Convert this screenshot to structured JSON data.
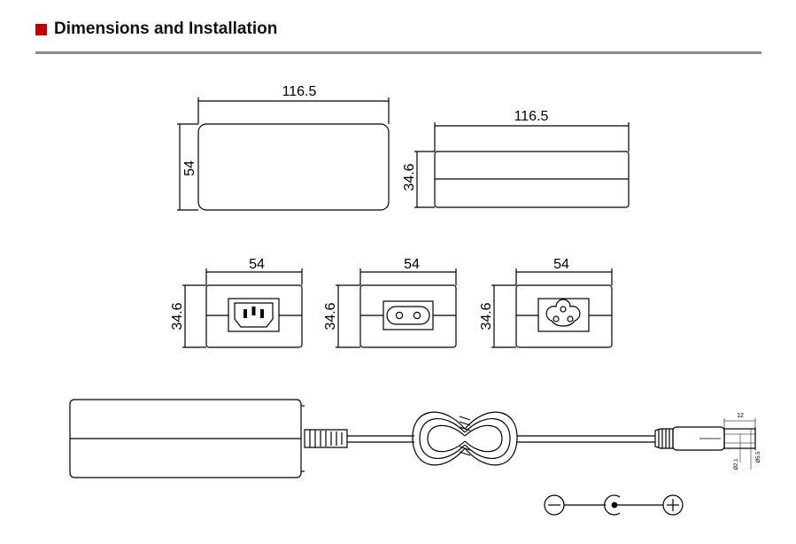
{
  "header": {
    "title": "Dimensions and Installation",
    "accent_color": "#c00000"
  },
  "views": {
    "top_view": {
      "width": "116.5",
      "height": "54"
    },
    "side_view": {
      "width": "116.5",
      "height": "34.6"
    },
    "end_view_c14": {
      "width": "54",
      "height": "34.6",
      "connector": "c14-inlet-icon"
    },
    "end_view_c8": {
      "width": "54",
      "height": "34.6",
      "connector": "c8-inlet-icon"
    },
    "end_view_c6": {
      "width": "54",
      "height": "34.6",
      "connector": "c6-inlet-icon"
    }
  },
  "dc_plug": {
    "length": "12",
    "inner_diameter": "Ø2.1",
    "outer_diameter": "Ø5.5"
  },
  "polarity": {
    "symbols": [
      "minus-circle-icon",
      "center-positive-plug-icon",
      "plus-circle-icon"
    ]
  }
}
